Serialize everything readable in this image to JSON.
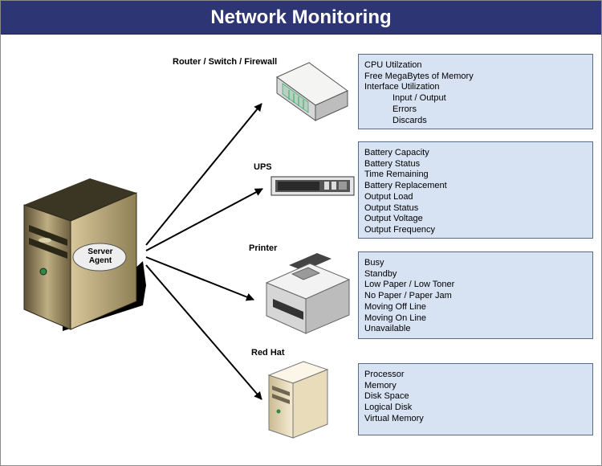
{
  "title": "Network Monitoring",
  "server_agent": {
    "line1": "Server",
    "line2": "Agent"
  },
  "devices": {
    "router": {
      "label": "Router / Switch / Firewall",
      "metrics": [
        "CPU Utilzation",
        "Free MegaBytes of Memory",
        "Interface Utilization"
      ],
      "submetrics": [
        "Input / Output",
        "Errors",
        "Discards"
      ]
    },
    "ups": {
      "label": "UPS",
      "metrics": [
        "Battery Capacity",
        "Battery Status",
        "Time Remaining",
        "Battery Replacement",
        "Output Load",
        "Output Status",
        "Output Voltage",
        "Output Frequency"
      ]
    },
    "printer": {
      "label": "Printer",
      "metrics": [
        "Busy",
        "Standby",
        "Low Paper / Low Toner",
        "No Paper / Paper Jam",
        "Moving Off Line",
        "Moving On Line",
        "Unavailable"
      ]
    },
    "redhat": {
      "label": "Red Hat",
      "metrics": [
        "Processor",
        "Memory",
        "Disk Space",
        "Logical Disk",
        "Virtual Memory"
      ]
    }
  },
  "colors": {
    "title_bar": "#2e3575",
    "box_fill": "#d7e2f3",
    "server_agent_body": "#8a7a52",
    "redhat_body": "#efe3c2"
  }
}
